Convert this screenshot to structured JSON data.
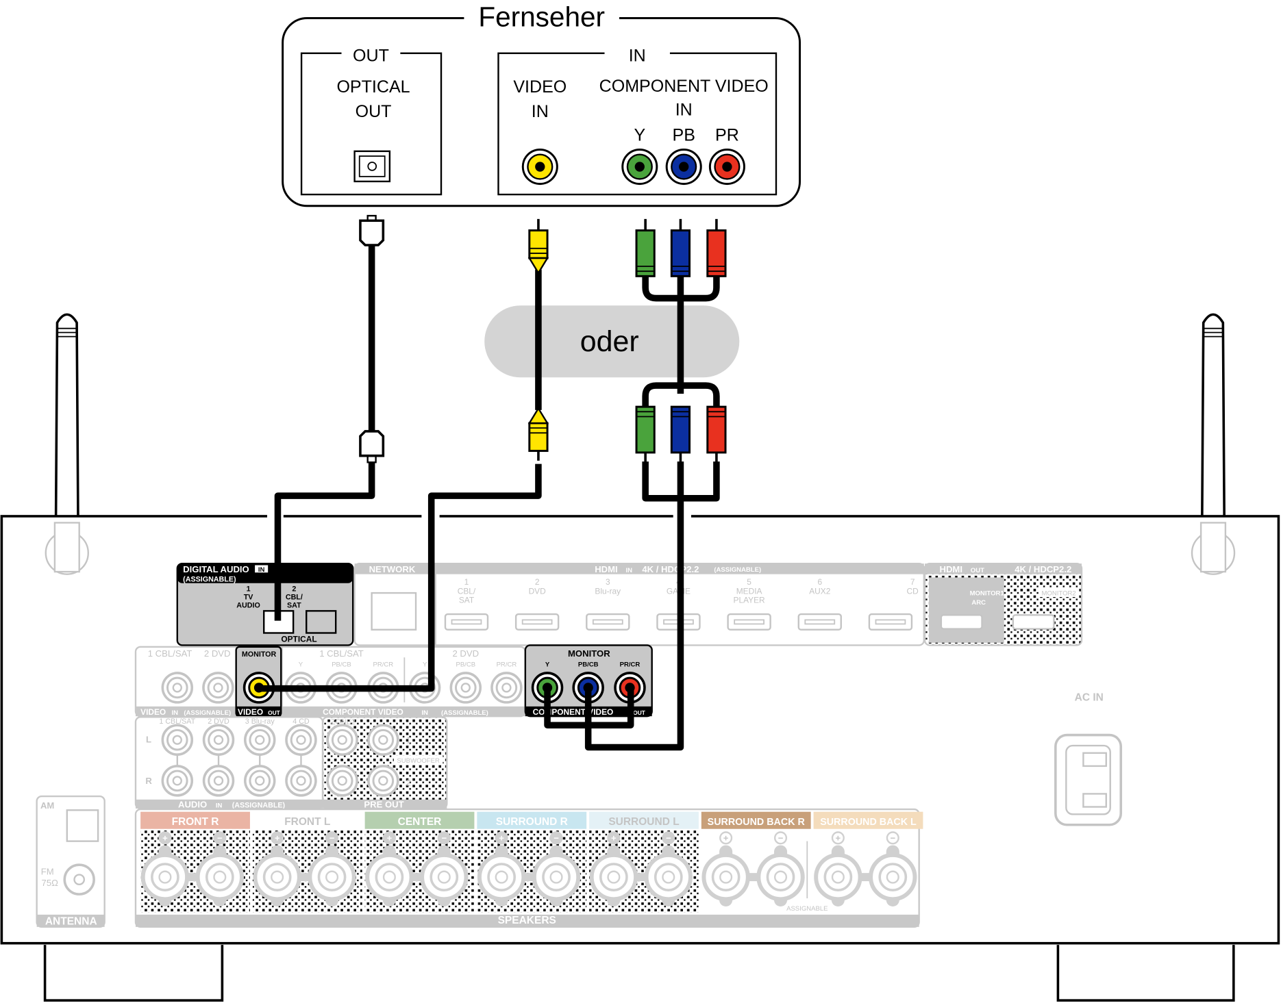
{
  "tv": {
    "title": "Fernseher",
    "out_group": "OUT",
    "optical_out": [
      "OPTICAL",
      "OUT"
    ],
    "in_group": "IN",
    "video_in": [
      "VIDEO",
      "IN"
    ],
    "component_in": [
      "COMPONENT VIDEO",
      "IN"
    ],
    "component_channels": [
      "Y",
      "PB",
      "PR"
    ]
  },
  "or_label": "oder",
  "colors": {
    "yellow": "#ffe500",
    "green": "#4aa33c",
    "blue": "#0b2fa0",
    "red": "#e8311f",
    "panel": "#c8c8c8",
    "line": "#000000"
  },
  "receiver": {
    "digital_audio": {
      "title": "DIGITAL AUDIO",
      "in_badge": "IN",
      "subtitle": "(ASSIGNABLE)",
      "port1": [
        "1",
        "TV",
        "AUDIO"
      ],
      "port2": [
        "2",
        "CBL/",
        "SAT"
      ],
      "footer": "OPTICAL"
    },
    "network": "NETWORK",
    "hdmi_in": {
      "title": "HDMI",
      "badge": "IN",
      "spec": "4K / HDCP2.2",
      "note": "(ASSIGNABLE)",
      "ports": [
        [
          "1",
          "CBL/",
          "SAT"
        ],
        [
          "2",
          "DVD",
          ""
        ],
        [
          "3",
          "Blu-ray",
          ""
        ],
        [
          "4",
          "GAME",
          ""
        ],
        [
          "5",
          "MEDIA",
          "PLAYER"
        ],
        [
          "6",
          "AUX2",
          ""
        ],
        [
          "7",
          "CD",
          ""
        ]
      ]
    },
    "hdmi_out": {
      "title": "HDMI",
      "badge": "OUT",
      "spec": "4K / HDCP2.2",
      "monitor1": [
        "MONITOR1",
        "ARC"
      ],
      "monitor2": "MONITOR2"
    },
    "video_in": {
      "inputs": [
        "1 CBL/SAT",
        "2 DVD"
      ],
      "monitor": "MONITOR",
      "footer": "VIDEO",
      "footer_badge": "IN",
      "footer_note": "(ASSIGNABLE)",
      "out_label": "VIDEO",
      "out_badge": "OUT"
    },
    "component_in": {
      "groups": [
        "1 CBL/SAT",
        "2 DVD"
      ],
      "channels": [
        "Y",
        "PB/CB",
        "PR/CR"
      ],
      "footer": "COMPONENT VIDEO",
      "badge": "IN",
      "note": "(ASSIGNABLE)"
    },
    "component_out": {
      "title": "MONITOR",
      "channels": [
        "Y",
        "PB/CB",
        "PR/CR"
      ],
      "footer": "COMPONENT VIDEO",
      "badge": "OUT"
    },
    "audio_in": {
      "inputs": [
        "1 CBL/SAT",
        "2 DVD",
        "3 Blu-ray",
        "4 CD"
      ],
      "left": "L",
      "right": "R",
      "footer": "AUDIO",
      "badge": "IN",
      "note": "(ASSIGNABLE)"
    },
    "pre_out": {
      "zone": "ZONE2",
      "subwoofer": "SUBWOOFER",
      "sub1": "1",
      "sub2": "2",
      "footer": "PRE OUT"
    },
    "speakers": {
      "footer": "SPEAKERS",
      "assignable": "ASSIGNABLE",
      "channels": [
        {
          "label": "FRONT",
          "side": "R",
          "bg": "#eab4a4",
          "fg": "#ffffff"
        },
        {
          "label": "FRONT",
          "side": "L",
          "bg": "#ffffff",
          "fg": "#c4c4c4"
        },
        {
          "label": "CENTER",
          "side": "",
          "bg": "#b5cfaf",
          "fg": "#ffffff"
        },
        {
          "label": "SURROUND",
          "side": "R",
          "bg": "#c8e6f0",
          "fg": "#ffffff"
        },
        {
          "label": "SURROUND",
          "side": "L",
          "bg": "#e4f1f6",
          "fg": "#c4c4c4"
        },
        {
          "label": "SURROUND BACK",
          "side": "R",
          "bg": "#c8a07a",
          "fg": "#ffffff"
        },
        {
          "label": "SURROUND BACK",
          "side": "L",
          "bg": "#f4dcbc",
          "fg": "#ffffff"
        }
      ]
    },
    "antenna": {
      "am": "AM",
      "fm": [
        "FM",
        "75Ω"
      ],
      "footer": "ANTENNA"
    },
    "ac_in": "AC IN"
  }
}
